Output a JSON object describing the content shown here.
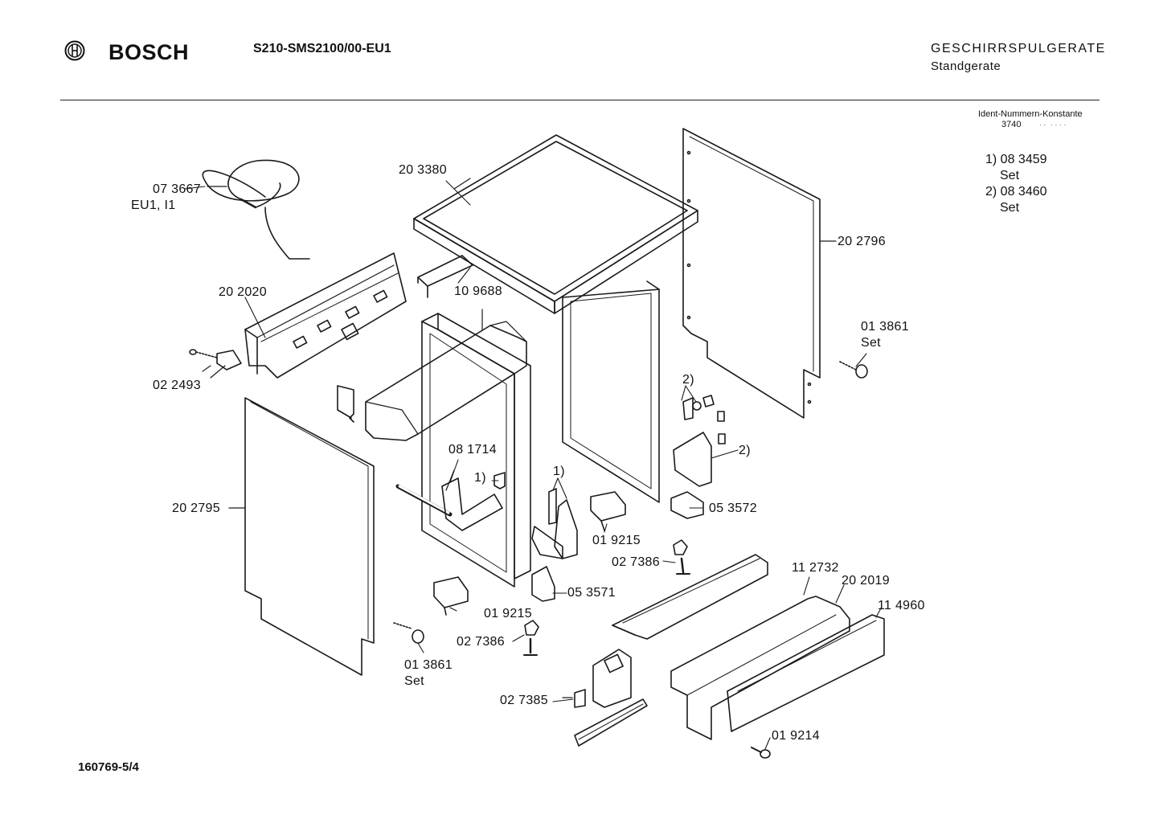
{
  "header": {
    "brand": "BOSCH",
    "model": "S210-SMS2100/00-EU1",
    "category": "GESCHIRRSPULGERATE",
    "subcategory": "Standgerate"
  },
  "ident": {
    "label": "Ident-Nummern-Konstante",
    "value": "3740"
  },
  "set_notes": [
    {
      "label": "1) 08 3459"
    },
    {
      "label": "Set"
    },
    {
      "label": "2) 08 3460"
    },
    {
      "label": "Set"
    }
  ],
  "footer": {
    "code": "160769-5/4"
  },
  "parts": [
    {
      "id": "p-073667",
      "text": "07 3667"
    },
    {
      "id": "p-eu1",
      "text": "EU1, I1"
    },
    {
      "id": "p-203380",
      "text": "20 3380"
    },
    {
      "id": "p-202796",
      "text": "20 2796"
    },
    {
      "id": "p-109688",
      "text": "10 9688"
    },
    {
      "id": "p-202020",
      "text": "20 2020"
    },
    {
      "id": "p-022493",
      "text": "02 2493"
    },
    {
      "id": "p-013861a",
      "text": "01 3861"
    },
    {
      "id": "p-set-a",
      "text": "Set"
    },
    {
      "id": "p-2a",
      "text": "2)"
    },
    {
      "id": "p-2b",
      "text": "2)"
    },
    {
      "id": "p-081714",
      "text": "08 1714"
    },
    {
      "id": "p-1a",
      "text": "1)"
    },
    {
      "id": "p-1b",
      "text": "1)"
    },
    {
      "id": "p-053572",
      "text": "05 3572"
    },
    {
      "id": "p-202795",
      "text": "20 2795"
    },
    {
      "id": "p-019215a",
      "text": "01 9215"
    },
    {
      "id": "p-027386a",
      "text": "02 7386"
    },
    {
      "id": "p-053571",
      "text": "05 3571"
    },
    {
      "id": "p-112732",
      "text": "11 2732"
    },
    {
      "id": "p-202019",
      "text": "20 2019"
    },
    {
      "id": "p-114960",
      "text": "11 4960"
    },
    {
      "id": "p-019215b",
      "text": "01 9215"
    },
    {
      "id": "p-027386b",
      "text": "02 7386"
    },
    {
      "id": "p-013861b",
      "text": "01 3861"
    },
    {
      "id": "p-set-b",
      "text": "Set"
    },
    {
      "id": "p-027385",
      "text": "02 7385"
    },
    {
      "id": "p-019214",
      "text": "01 9214"
    }
  ]
}
